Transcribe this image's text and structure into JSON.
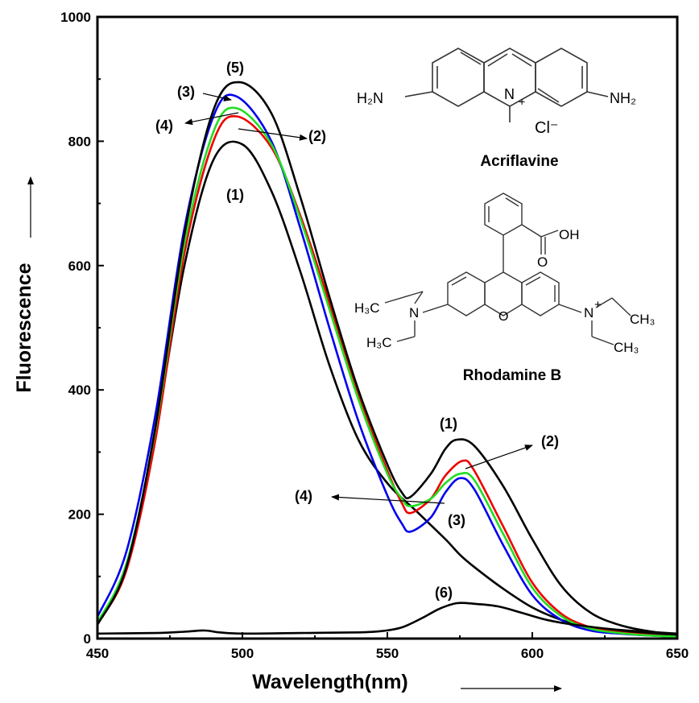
{
  "chart_data": {
    "type": "line",
    "xlabel": "Wavelength(nm)",
    "ylabel": "Fluorescence",
    "xlim": [
      450,
      650
    ],
    "ylim": [
      0,
      1000
    ],
    "x_ticks": [
      450,
      500,
      550,
      600,
      650
    ],
    "y_ticks": [
      0,
      200,
      400,
      600,
      800,
      1000
    ],
    "grid": false,
    "series": [
      {
        "name": "(1)",
        "color": "#000000",
        "x": [
          450,
          460,
          470,
          480,
          490,
          500,
          510,
          520,
          530,
          540,
          550,
          560,
          570,
          575,
          580,
          590,
          600,
          610,
          620,
          630,
          640,
          650
        ],
        "y": [
          24,
          120,
          330,
          600,
          770,
          795,
          720,
          590,
          440,
          320,
          250,
          205,
          160,
          135,
          115,
          80,
          50,
          30,
          18,
          12,
          8,
          5
        ]
      },
      {
        "name": "(2)",
        "color": "#ee0000",
        "x": [
          450,
          460,
          470,
          480,
          490,
          498,
          510,
          520,
          530,
          540,
          550,
          555,
          558,
          565,
          570,
          576,
          580,
          590,
          600,
          610,
          620,
          630,
          640,
          650
        ],
        "y": [
          24,
          110,
          320,
          620,
          800,
          840,
          790,
          680,
          540,
          390,
          270,
          218,
          202,
          225,
          262,
          286,
          270,
          180,
          90,
          40,
          18,
          10,
          6,
          3
        ]
      },
      {
        "name": "(3)",
        "color": "#0000ee",
        "x": [
          450,
          460,
          470,
          480,
          490,
          498,
          510,
          520,
          530,
          540,
          550,
          555,
          558,
          565,
          570,
          575,
          580,
          590,
          600,
          610,
          620,
          630,
          640,
          650
        ],
        "y": [
          35,
          140,
          360,
          660,
          840,
          872,
          800,
          660,
          500,
          350,
          230,
          185,
          172,
          195,
          235,
          258,
          240,
          150,
          70,
          30,
          13,
          8,
          5,
          3
        ]
      },
      {
        "name": "(4)",
        "color": "#22dd22",
        "x": [
          450,
          460,
          470,
          480,
          490,
          498,
          510,
          520,
          530,
          540,
          550,
          555,
          558,
          565,
          570,
          575,
          580,
          590,
          600,
          610,
          620,
          630,
          640,
          650
        ],
        "y": [
          26,
          120,
          335,
          635,
          815,
          853,
          795,
          675,
          530,
          385,
          265,
          225,
          213,
          225,
          250,
          265,
          255,
          168,
          82,
          36,
          16,
          9,
          5,
          3
        ]
      },
      {
        "name": "(5)",
        "color": "#000000",
        "x": [
          450,
          460,
          470,
          480,
          490,
          499,
          510,
          520,
          530,
          540,
          550,
          555,
          558,
          565,
          570,
          574,
          580,
          590,
          600,
          610,
          620,
          630,
          640,
          650
        ],
        "y": [
          22,
          115,
          340,
          650,
          850,
          895,
          845,
          710,
          550,
          400,
          280,
          235,
          228,
          265,
          305,
          320,
          310,
          245,
          160,
          85,
          42,
          22,
          12,
          6
        ]
      },
      {
        "name": "(6)",
        "color": "#000000",
        "x": [
          450,
          470,
          480,
          487,
          492,
          500,
          520,
          540,
          548,
          555,
          562,
          568,
          574,
          580,
          588,
          596,
          605,
          615,
          630,
          650
        ],
        "y": [
          8,
          9,
          11,
          13,
          10,
          8,
          9,
          10,
          12,
          18,
          33,
          48,
          57,
          56,
          52,
          42,
          30,
          22,
          14,
          8
        ]
      }
    ],
    "annotations": [
      {
        "text": "(5)"
      },
      {
        "text": "(3)"
      },
      {
        "text": "(4)"
      },
      {
        "text": "(2)"
      },
      {
        "text": "(1)"
      },
      {
        "text": "(1)"
      },
      {
        "text": "(2)"
      },
      {
        "text": "(4)"
      },
      {
        "text": "(3)"
      },
      {
        "text": "(6)"
      }
    ]
  },
  "inset": {
    "acriflavine": {
      "name": "Acriflavine",
      "left_group": "H₂N",
      "right_group": "NH₂",
      "ring_n": "N",
      "charge": "+",
      "counter_ion": "Cl⁻"
    },
    "rhodamine": {
      "name": "Rhodamine B",
      "acid_group": "OH",
      "carbonyl_o": "O",
      "ring_o": "O",
      "left_top": "H₃C",
      "left_n": "N",
      "left_bottom": "H₃C",
      "right_n": "N",
      "right_charge": "+",
      "right_top": "CH₃",
      "right_bottom": "CH₃"
    }
  }
}
